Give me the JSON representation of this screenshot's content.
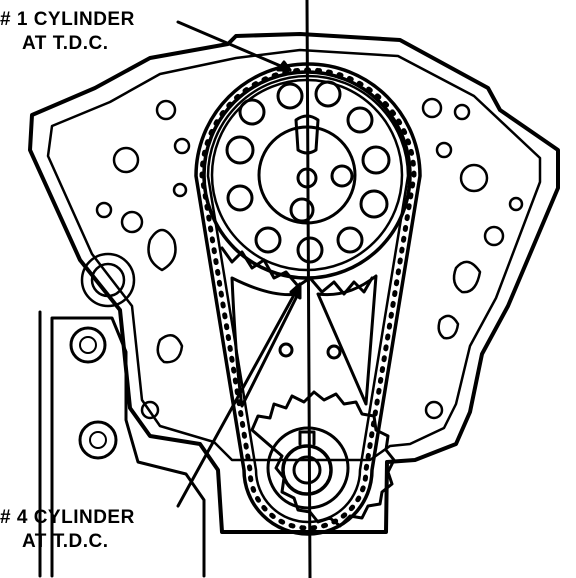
{
  "callouts": {
    "top": {
      "line1": "# 1 CYLINDER",
      "line2": "AT T.D.C."
    },
    "bottom": {
      "line1": "# 4 CYLINDER",
      "line2": "AT T.D.C."
    }
  },
  "colors": {
    "ink": "#000000",
    "paper": "#ffffff"
  }
}
